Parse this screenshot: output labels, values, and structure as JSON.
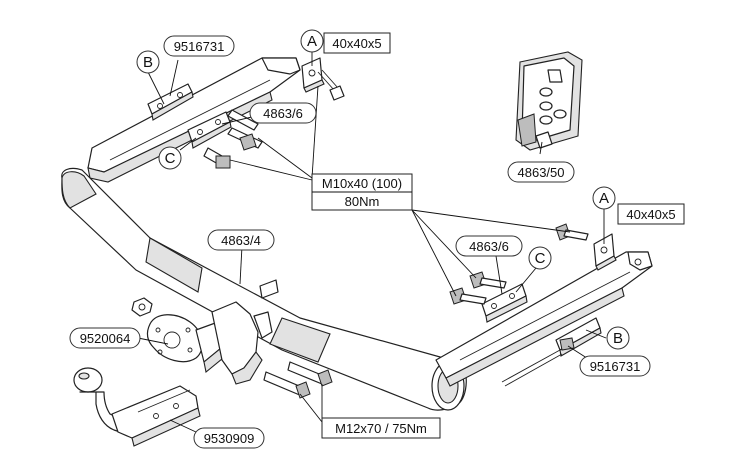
{
  "callouts": {
    "left_a_letter": "A",
    "left_a_size": "40x40x5",
    "left_b_letter": "B",
    "left_b_part": "9516731",
    "left_c_letter": "C",
    "left_plate_part": "4863/6",
    "inset_part": "4863/50",
    "bolt_spec_line1": "M10x40 (100)",
    "bolt_spec_line2": "80Nm",
    "right_a_letter": "A",
    "right_a_size": "40x40x5",
    "right_plate_part": "4863/6",
    "right_c_letter": "C",
    "crossbar_part": "4863/4",
    "right_b_letter": "B",
    "right_b_part": "9516731",
    "socket_plate_part": "9520064",
    "towball_part": "9530909",
    "lower_bolt_spec": "M12x70 / 75Nm"
  }
}
